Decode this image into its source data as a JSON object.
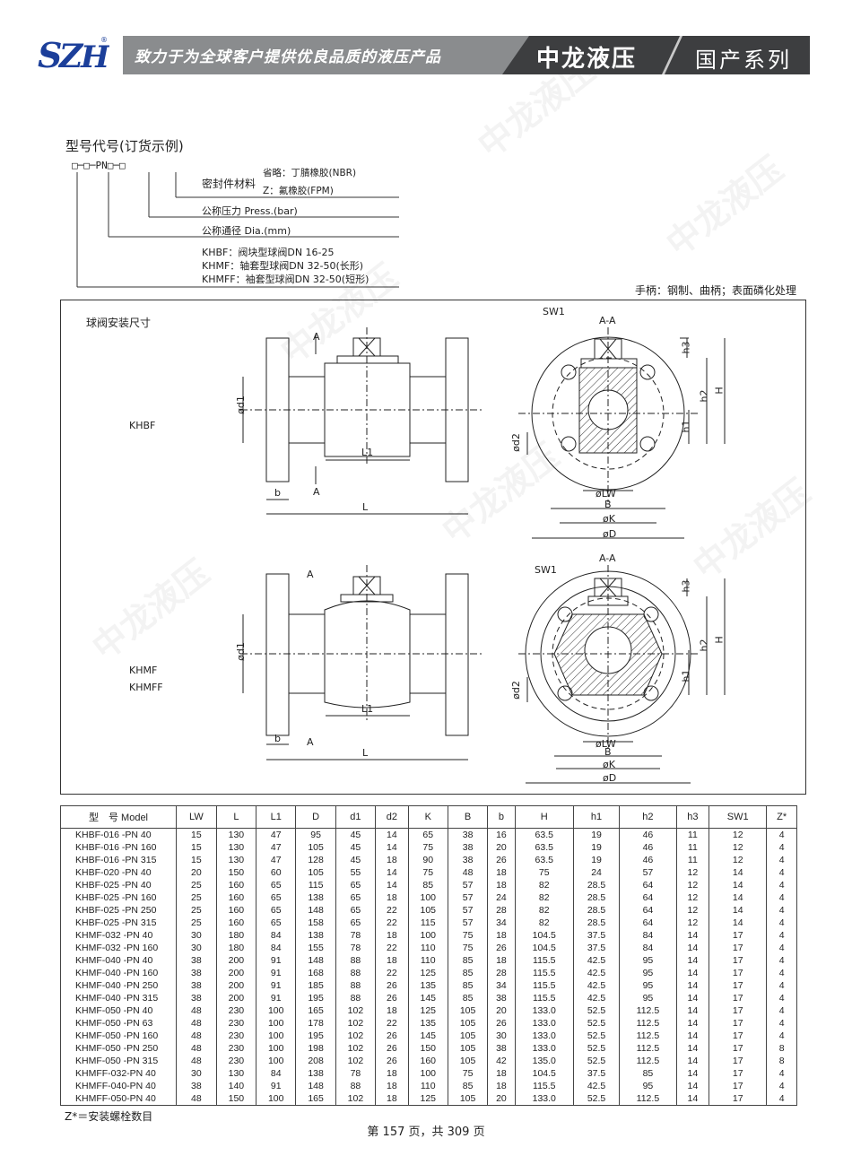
{
  "header": {
    "logo_text": "SZH",
    "tagline": "致力于为全球客户提供优良品质的液压产品",
    "brand": "中龙液压",
    "series": "国产系列"
  },
  "watermark": "中龙液压",
  "ordering": {
    "title": "型号代号(订货示例)",
    "code_pattern": "□─□─PN□─□",
    "seal_label": "密封件材料",
    "seal_opt1": "省略：丁腈橡胶(NBR)",
    "seal_opt2": "Z：氟橡胶(FPM)",
    "pressure_label": "公称压力 Press.(bar)",
    "diameter_label": "公称通径 Dia.(mm)",
    "types": [
      "KHBF：阀块型球阀DN 16-25",
      "KHMF：轴套型球阀DN 32-50(长形)",
      "KHMFF：袖套型球阀DN 32-50(短形)"
    ],
    "handle_note": "手柄：钢制、曲柄；表面磷化处理"
  },
  "drawing": {
    "title": "球阀安装尺寸",
    "top_label": "KHBF",
    "bottom_label1": "KHMF",
    "bottom_label2": "KHMFF",
    "labels": {
      "A": "A",
      "AA": "A-A",
      "SW1": "SW1",
      "d1": "ød1",
      "d2": "ød2",
      "L1": "L1",
      "L": "L",
      "b": "b",
      "LW": "øLW",
      "B": "B",
      "K": "øK",
      "D": "øD",
      "h1": "h1",
      "h2": "h2",
      "h3": "h3",
      "H": "H"
    }
  },
  "table": {
    "headers": [
      "型　号 Model",
      "LW",
      "L",
      "L1",
      "D",
      "d1",
      "d2",
      "K",
      "B",
      "b",
      "H",
      "h1",
      "h2",
      "h3",
      "SW1",
      "Z*"
    ],
    "rows": [
      [
        "KHBF-016 -PN 40",
        "15",
        "130",
        "47",
        "95",
        "45",
        "14",
        "65",
        "38",
        "16",
        "63.5",
        "19",
        "46",
        "11",
        "12",
        "4"
      ],
      [
        "KHBF-016 -PN 160",
        "15",
        "130",
        "47",
        "105",
        "45",
        "14",
        "75",
        "38",
        "20",
        "63.5",
        "19",
        "46",
        "11",
        "12",
        "4"
      ],
      [
        "KHBF-016 -PN 315",
        "15",
        "130",
        "47",
        "128",
        "45",
        "18",
        "90",
        "38",
        "26",
        "63.5",
        "19",
        "46",
        "11",
        "12",
        "4"
      ],
      [
        "KHBF-020 -PN 40",
        "20",
        "150",
        "60",
        "105",
        "55",
        "14",
        "75",
        "48",
        "18",
        "75",
        "24",
        "57",
        "12",
        "14",
        "4"
      ],
      [
        "KHBF-025 -PN 40",
        "25",
        "160",
        "65",
        "115",
        "65",
        "14",
        "85",
        "57",
        "18",
        "82",
        "28.5",
        "64",
        "12",
        "14",
        "4"
      ],
      [
        "KHBF-025 -PN 160",
        "25",
        "160",
        "65",
        "138",
        "65",
        "18",
        "100",
        "57",
        "24",
        "82",
        "28.5",
        "64",
        "12",
        "14",
        "4"
      ],
      [
        "KHBF-025 -PN 250",
        "25",
        "160",
        "65",
        "148",
        "65",
        "22",
        "105",
        "57",
        "28",
        "82",
        "28.5",
        "64",
        "12",
        "14",
        "4"
      ],
      [
        "KHBF-025 -PN 315",
        "25",
        "160",
        "65",
        "158",
        "65",
        "22",
        "115",
        "57",
        "34",
        "82",
        "28.5",
        "64",
        "12",
        "14",
        "4"
      ],
      [
        "KHMF-032 -PN 40",
        "30",
        "180",
        "84",
        "138",
        "78",
        "18",
        "100",
        "75",
        "18",
        "104.5",
        "37.5",
        "84",
        "14",
        "17",
        "4"
      ],
      [
        "KHMF-032 -PN 160",
        "30",
        "180",
        "84",
        "155",
        "78",
        "22",
        "110",
        "75",
        "26",
        "104.5",
        "37.5",
        "84",
        "14",
        "17",
        "4"
      ],
      [
        "KHMF-040 -PN 40",
        "38",
        "200",
        "91",
        "148",
        "88",
        "18",
        "110",
        "85",
        "18",
        "115.5",
        "42.5",
        "95",
        "14",
        "17",
        "4"
      ],
      [
        "KHMF-040 -PN 160",
        "38",
        "200",
        "91",
        "168",
        "88",
        "22",
        "125",
        "85",
        "28",
        "115.5",
        "42.5",
        "95",
        "14",
        "17",
        "4"
      ],
      [
        "KHMF-040 -PN 250",
        "38",
        "200",
        "91",
        "185",
        "88",
        "26",
        "135",
        "85",
        "34",
        "115.5",
        "42.5",
        "95",
        "14",
        "17",
        "4"
      ],
      [
        "KHMF-040 -PN 315",
        "38",
        "200",
        "91",
        "195",
        "88",
        "26",
        "145",
        "85",
        "38",
        "115.5",
        "42.5",
        "95",
        "14",
        "17",
        "4"
      ],
      [
        "KHMF-050 -PN 40",
        "48",
        "230",
        "100",
        "165",
        "102",
        "18",
        "125",
        "105",
        "20",
        "133.0",
        "52.5",
        "112.5",
        "14",
        "17",
        "4"
      ],
      [
        "KHMF-050 -PN 63",
        "48",
        "230",
        "100",
        "178",
        "102",
        "22",
        "135",
        "105",
        "26",
        "133.0",
        "52.5",
        "112.5",
        "14",
        "17",
        "4"
      ],
      [
        "KHMF-050 -PN 160",
        "48",
        "230",
        "100",
        "195",
        "102",
        "26",
        "145",
        "105",
        "30",
        "133.0",
        "52.5",
        "112.5",
        "14",
        "17",
        "4"
      ],
      [
        "KHMF-050 -PN 250",
        "48",
        "230",
        "100",
        "198",
        "102",
        "26",
        "150",
        "105",
        "38",
        "133.0",
        "52.5",
        "112.5",
        "14",
        "17",
        "8"
      ],
      [
        "KHMF-050 -PN 315",
        "48",
        "230",
        "100",
        "208",
        "102",
        "26",
        "160",
        "105",
        "42",
        "135.0",
        "52.5",
        "112.5",
        "14",
        "17",
        "8"
      ],
      [
        "KHMFF-032-PN 40",
        "30",
        "130",
        "84",
        "138",
        "78",
        "18",
        "100",
        "75",
        "18",
        "104.5",
        "37.5",
        "85",
        "14",
        "17",
        "4"
      ],
      [
        "KHMFF-040-PN 40",
        "38",
        "140",
        "91",
        "148",
        "88",
        "18",
        "110",
        "85",
        "18",
        "115.5",
        "42.5",
        "95",
        "14",
        "17",
        "4"
      ],
      [
        "KHMFF-050-PN 40",
        "48",
        "150",
        "100",
        "165",
        "102",
        "18",
        "125",
        "105",
        "20",
        "133.0",
        "52.5",
        "112.5",
        "14",
        "17",
        "4"
      ]
    ]
  },
  "footnote": "Z*＝安装螺栓数目",
  "page": "第 157 页，共 309 页",
  "colors": {
    "header_gray": "#8a8c8e",
    "header_dark": "#3d3e40",
    "logo_blue": "#1c3f9a"
  }
}
